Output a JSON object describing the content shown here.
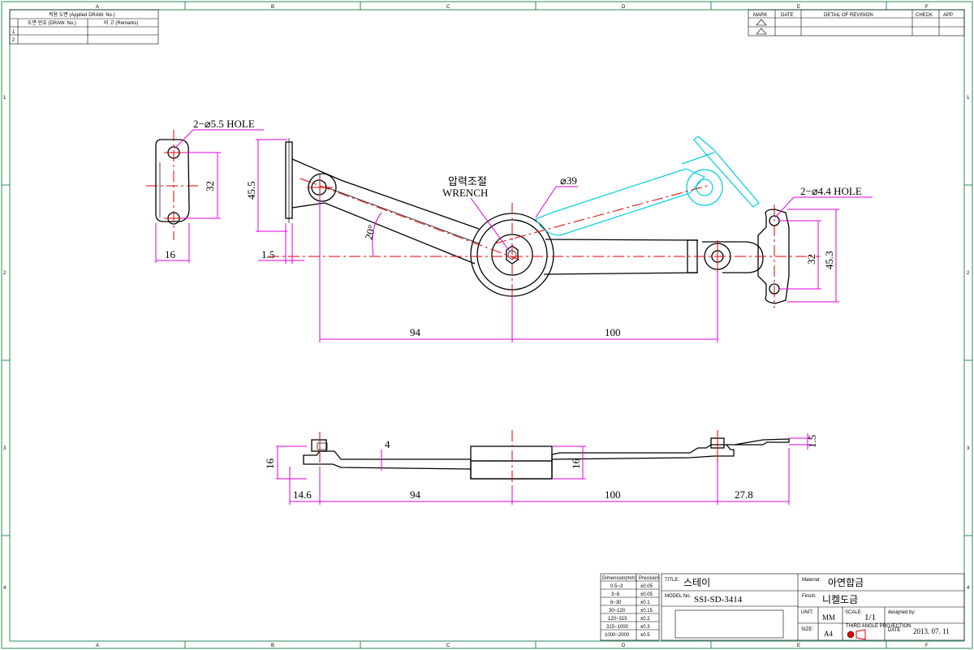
{
  "border": {
    "col_labels": [
      "A",
      "B",
      "C",
      "D",
      "E",
      "F"
    ],
    "row_labels": [
      "1",
      "2",
      "3",
      "4"
    ]
  },
  "ref_table": {
    "header": "적용 도면 (Applied DRAW. No.)",
    "col1": "도면 번호 (DRAW. No.)",
    "col2": "비 고 (Remarks)",
    "rows": [
      "1",
      "2"
    ]
  },
  "revision_table": {
    "headers": [
      "MARK",
      "DATE",
      "DETAIL OF REVISION",
      "CHECK",
      "APP."
    ]
  },
  "top_view": {
    "hole_left": "2−⌀5.5 HOLE",
    "hole_right": "2−⌀4.4 HOLE",
    "wrench_ko": "압력조절",
    "wrench_en": "WRENCH",
    "diameter": "⌀39",
    "angle": "20°",
    "dims": {
      "left_w": "16",
      "left_h": "32",
      "bracket_h": "45.5",
      "bracket_t": "1.5",
      "span_left": "94",
      "span_right": "100",
      "right_h": "32",
      "right_h2": "45.3"
    }
  },
  "side_view": {
    "thickness": "4",
    "dims": {
      "h_left": "16",
      "h_mid": "16",
      "h_right": "1.5",
      "w1": "14.6",
      "w2": "94",
      "w3": "100",
      "w4": "27.8"
    }
  },
  "tolerance": {
    "headers": [
      "Dimension(mm)",
      "Precision"
    ],
    "rows": [
      [
        "0.5~3",
        "±0.05"
      ],
      [
        "3~6",
        "±0.05"
      ],
      [
        "6~30",
        "±0.1"
      ],
      [
        "30~120",
        "±0.15"
      ],
      [
        "120~315",
        "±0.2"
      ],
      [
        "315~1000",
        "±0.3"
      ],
      [
        "1000~2000",
        "±0.5"
      ]
    ]
  },
  "title_block": {
    "title_label": "TITLE:",
    "title": "스테이",
    "model_label": "MODEL No.",
    "model": "SSI-SD-3414",
    "material_label": "Material:",
    "material": "아연합금",
    "finish_label": "Finish:",
    "finish": "니켈도금",
    "unit_label": "UNIT:",
    "unit": "MM",
    "scale_label": "SCALE:",
    "scale": "1/1",
    "designed_label": "designed by:",
    "size_label": "SIZE:",
    "size": "A4",
    "date_label": "DATE :",
    "date": "2013. 07. 11",
    "projection_label": "THIRD ANGLE PROJECTION"
  },
  "colors": {
    "frame": "#2e8b57",
    "dimension": "#e000e0",
    "centerline": "#e00000",
    "phantom": "#00d0e0",
    "outline": "#000000"
  }
}
